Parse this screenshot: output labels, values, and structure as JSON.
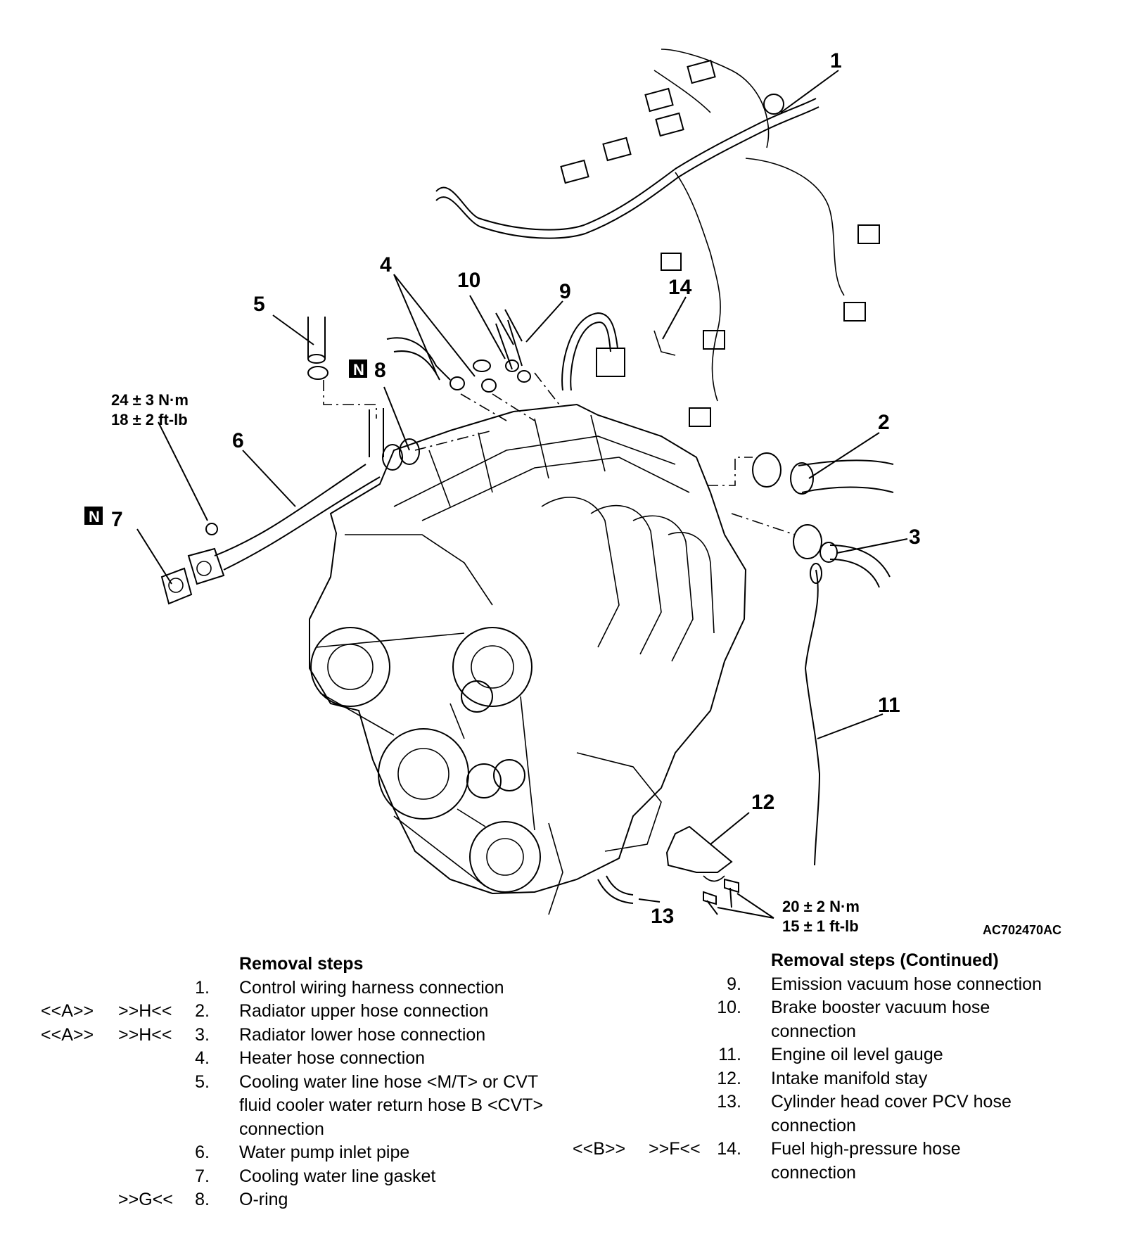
{
  "callouts": {
    "c1": "1",
    "c2": "2",
    "c3": "3",
    "c4": "4",
    "c5": "5",
    "c6": "6",
    "c7": "7",
    "c8": "8",
    "c9": "9",
    "c10": "10",
    "c11": "11",
    "c12": "12",
    "c13": "13",
    "c14": "14"
  },
  "badges": {
    "n7": "N",
    "n8": "N"
  },
  "torque_a": {
    "line1": "24 ± 3 N·m",
    "line2": "18 ± 2 ft-lb"
  },
  "torque_b": {
    "line1": "20 ± 2 N·m",
    "line2": "15 ± 1 ft-lb"
  },
  "figure_id": "AC702470AC",
  "left_list": {
    "heading": "Removal steps",
    "items": [
      {
        "m1": "",
        "m2": "",
        "num": "1.",
        "text": "Control wiring harness connection"
      },
      {
        "m1": "<<A>>",
        "m2": ">>H<<",
        "num": "2.",
        "text": "Radiator upper hose connection"
      },
      {
        "m1": "<<A>>",
        "m2": ">>H<<",
        "num": "3.",
        "text": "Radiator lower hose connection"
      },
      {
        "m1": "",
        "m2": "",
        "num": "4.",
        "text": "Heater hose connection"
      },
      {
        "m1": "",
        "m2": "",
        "num": "5.",
        "text": "Cooling water line hose <M/T> or CVT fluid cooler water return hose B <CVT> connection"
      },
      {
        "m1": "",
        "m2": "",
        "num": "6.",
        "text": "Water pump inlet pipe"
      },
      {
        "m1": "",
        "m2": "",
        "num": "7.",
        "text": "Cooling water line gasket"
      },
      {
        "m1": "",
        "m2": ">>G<<",
        "num": "8.",
        "text": "O-ring"
      }
    ]
  },
  "right_list": {
    "heading": "Removal steps (Continued)",
    "items": [
      {
        "m1": "",
        "m2": "",
        "num": "9.",
        "text": "Emission vacuum hose connection"
      },
      {
        "m1": "",
        "m2": "",
        "num": "10.",
        "text": "Brake booster vacuum hose connection"
      },
      {
        "m1": "",
        "m2": "",
        "num": "11.",
        "text": "Engine oil level gauge"
      },
      {
        "m1": "",
        "m2": "",
        "num": "12.",
        "text": "Intake manifold stay"
      },
      {
        "m1": "",
        "m2": "",
        "num": "13.",
        "text": "Cylinder head cover PCV hose connection"
      },
      {
        "m1": "<<B>>",
        "m2": ">>F<<",
        "num": "14.",
        "text": "Fuel high-pressure hose connection"
      }
    ]
  }
}
